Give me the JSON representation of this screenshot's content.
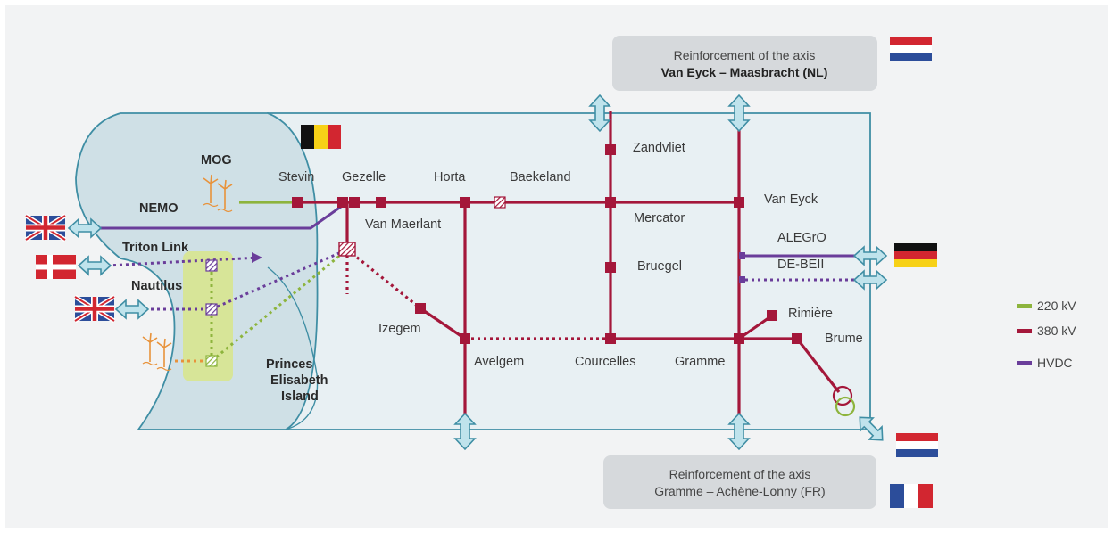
{
  "colors": {
    "kv220": "#8db43d",
    "kv380": "#a4173a",
    "hvdc": "#6a3d9a",
    "sea": "#cfe0e6",
    "land": "#e8f0f3",
    "outline": "#3f8ea4",
    "zone": "#d8e58a",
    "greybox": "#d6d9dc",
    "turbine": "#e8923a"
  },
  "labels": {
    "mog": "MOG",
    "nemo": "NEMO",
    "triton": "Triton Link",
    "nautilus": "Nautilus",
    "princes": [
      "Princes",
      "Elisabeth",
      "Island"
    ],
    "stevin": "Stevin",
    "gezelle": "Gezelle",
    "horta": "Horta",
    "baekeland": "Baekeland",
    "van_maerlant": "Van Maerlant",
    "zandvliet": "Zandvliet",
    "mercator": "Mercator",
    "bruegel": "Bruegel",
    "van_eyck": "Van Eyck",
    "alegro": "ALEGrO",
    "debeii": "DE-BEII",
    "rimiere": "Rimière",
    "brume": "Brume",
    "izegem": "Izegem",
    "avelgem": "Avelgem",
    "courcelles": "Courcelles",
    "gramme": "Gramme"
  },
  "top_box": {
    "line1": "Reinforcement of the axis",
    "line2": "Van Eyck – Maasbracht (NL)"
  },
  "bottom_box": {
    "line1": "Reinforcement of the axis",
    "line2": "Gramme – Achène-Lonny (FR)"
  },
  "legend": [
    {
      "label": "220 kV",
      "color": "#8db43d"
    },
    {
      "label": "380 kV",
      "color": "#a4173a"
    },
    {
      "label": "HVDC",
      "color": "#6a3d9a"
    }
  ]
}
